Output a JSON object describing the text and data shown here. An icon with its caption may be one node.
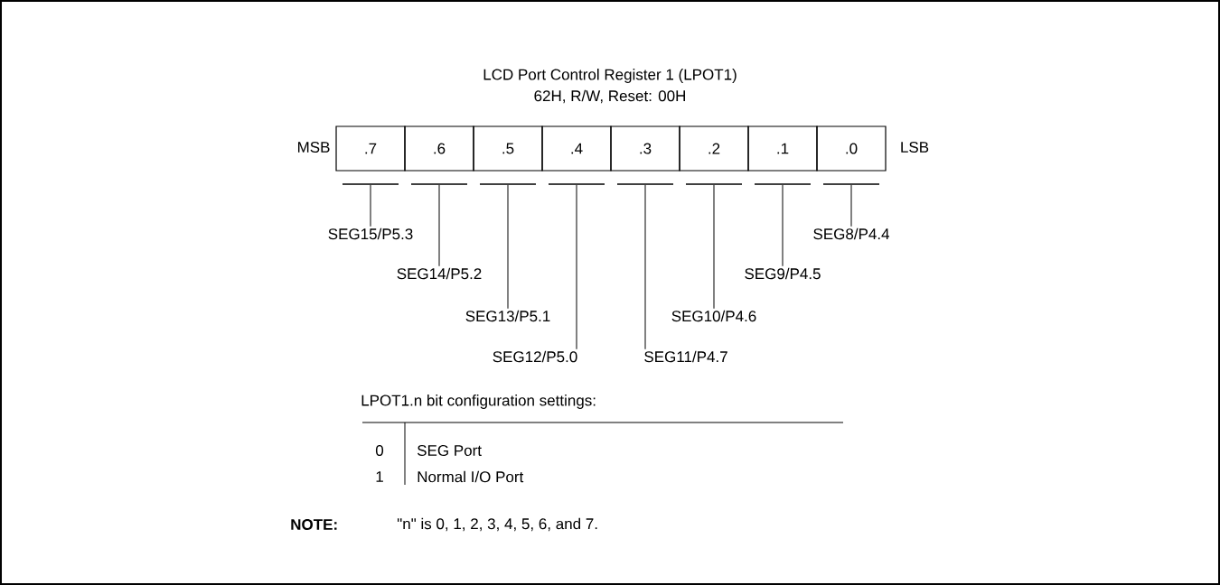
{
  "diagram": {
    "title": "LCD Port Control Register 1 (LPOT1)",
    "nodes": [
      {
        "text": [
          ".7"
        ]
      },
      {
        "text": [
          ".6"
        ]
      },
      {
        "text": [
          ".5"
        ]
      },
      {
        "text": [
          ".4"
        ]
      },
      {
        "text": [
          ".3"
        ]
      },
      {
        "text": [
          ".2"
        ]
      },
      {
        "text": [
          ".1"
        ]
      },
      {
        "text": [
          ".0"
        ]
      },
      {
        "text": [],
        "shape": "bar"
      },
      {
        "text": [],
        "shape": "bar"
      },
      {
        "text": [],
        "shape": "bar"
      },
      {
        "text": [],
        "shape": "bar"
      },
      {
        "text": [],
        "shape": "bar"
      },
      {
        "text": [],
        "shape": "bar"
      },
      {
        "text": [],
        "shape": "bar"
      },
      {
        "text": [],
        "shape": "bar"
      },
      {
        "text": [
          "SEG15/P5.3"
        ]
      },
      {
        "text": [
          "SEG14/P5.2"
        ]
      },
      {
        "text": [
          "SEG13/P5.1"
        ]
      },
      {
        "text": [
          "SEG12/P5.0"
        ]
      },
      {
        "text": [
          "SEG11/P4.7"
        ]
      },
      {
        "text": [
          "SEG10/P4.6"
        ]
      },
      {
        "text": [
          "SEG9/P4.5"
        ]
      },
      {
        "text": [
          "SEG8/P4.4"
        ]
      }
    ],
    "edges": [
      {
        "from": 16,
        "to": 8,
        "arrow": "none"
      },
      {
        "from": 17,
        "to": 9,
        "arrow": "none"
      },
      {
        "from": 18,
        "to": 10,
        "arrow": "none"
      },
      {
        "from": 19,
        "to": 11,
        "arrow": "none"
      },
      {
        "from": 20,
        "to": 12,
        "arrow": "none"
      },
      {
        "from": 21,
        "to": 13,
        "arrow": "none"
      },
      {
        "from": 22,
        "to": 14,
        "arrow": "none"
      },
      {
        "from": 23,
        "to": 15,
        "arrow": "none"
      }
    ],
    "labels": [
      "62H, R/W, Reset: 00H",
      "MSB",
      "LSB",
      "LPOT1.n bit configuration settings:",
      "0",
      "SEG Port",
      "1",
      "Normal I/O Port",
      "NOTE:",
      "\"n\" is 0, 1, 2, 3, 4, 5, 6, and 7."
    ]
  }
}
